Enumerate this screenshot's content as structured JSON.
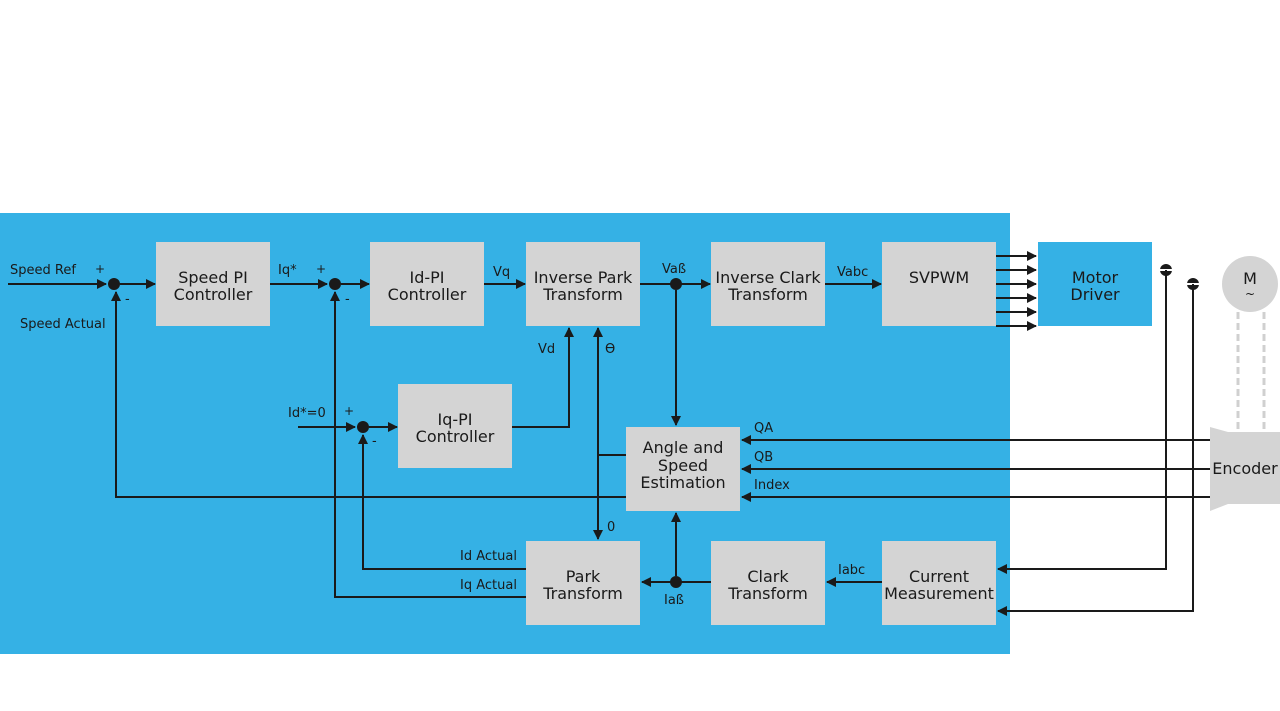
{
  "blocks": {
    "speed_pi": [
      "Speed PI",
      "Controller"
    ],
    "id_pi": [
      "Id-PI",
      "Controller"
    ],
    "inverse_park": [
      "Inverse Park",
      "Transform"
    ],
    "inverse_clark": [
      "Inverse Clark",
      "Transform"
    ],
    "svpwm": "SVPWM",
    "motor_driver": [
      "Motor",
      "Driver"
    ],
    "iq_pi": [
      "Iq-PI",
      "Controller"
    ],
    "angle_speed": [
      "Angle and",
      "Speed",
      "Estimation"
    ],
    "park": [
      "Park",
      "Transform"
    ],
    "clark": [
      "Clark",
      "Transform"
    ],
    "current_meas": [
      "Current",
      "Measurement"
    ],
    "motor": "M",
    "motor_symbol": "~",
    "encoder": "Encoder"
  },
  "signals": {
    "speed_ref": "Speed Ref",
    "speed_actual": "Speed Actual",
    "iq_star": "Iq*",
    "vq": "Vq",
    "va_beta": "Vaß",
    "vabc": "Vabc",
    "vd": "Vd",
    "theta": "Ө",
    "id_star": "Id*=0",
    "qa": "QA",
    "qb": "QB",
    "index": "Index",
    "zero": "0",
    "id_actual": "Id Actual",
    "iq_actual": "Iq Actual",
    "iabc": "Iabc",
    "ia_beta": "Iaß"
  },
  "signs": {
    "plus": "+",
    "minus": "-"
  },
  "colors": {
    "background": "#35b1e5",
    "block": "#d4d4d4",
    "line": "#1a1a1a"
  }
}
